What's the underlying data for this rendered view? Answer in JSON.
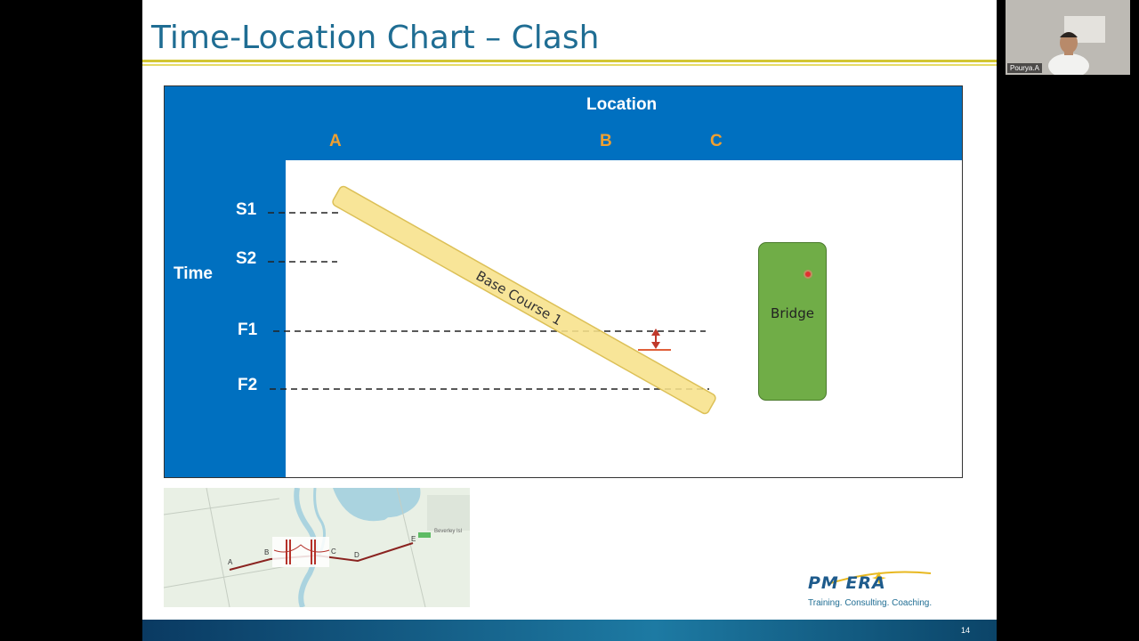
{
  "slide": {
    "title": "Time-Location Chart – Clash",
    "page_number": "14"
  },
  "chart": {
    "location_title": "Location",
    "time_title": "Time",
    "columns": [
      "A",
      "B",
      "C"
    ],
    "rows": [
      "S1",
      "S2",
      "F1",
      "F2"
    ],
    "activities": {
      "bridge": "Bridge",
      "base_course": "Base Course 1"
    }
  },
  "map": {
    "points": [
      "A",
      "B",
      "C",
      "D",
      "E"
    ],
    "place_name": "Beverley Isl"
  },
  "logo": {
    "wordmark": "PM ERA",
    "tagline": "Training. Consulting. Coaching."
  },
  "video": {
    "participant": "Pourya.A"
  },
  "colors": {
    "header_blue": "#0070c0",
    "title_blue": "#1f6d93",
    "label_orange": "#f0a030",
    "bridge_green": "#70ad47",
    "base_yellow": "#f8e28a",
    "clash_red": "#c0392b"
  }
}
